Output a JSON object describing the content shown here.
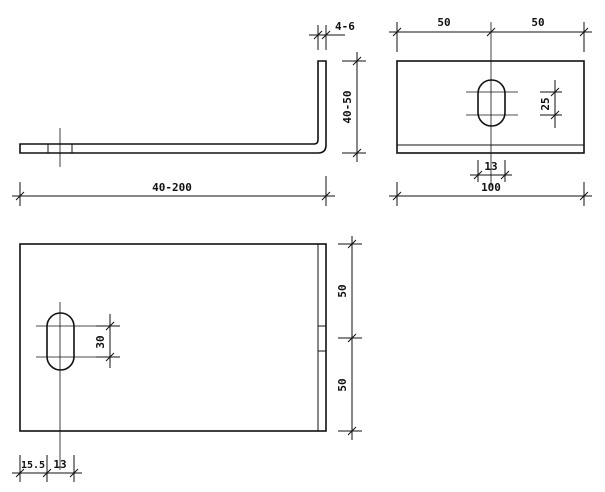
{
  "labels": {
    "side_view_thickness": "4-6",
    "side_view_height": "40-50",
    "side_view_length": "40-200",
    "end_view_half_left": "50",
    "end_view_half_right": "50",
    "end_view_slot_height": "25",
    "end_view_slot_width": "13",
    "end_view_total_width": "100",
    "plan_view_upper_half": "50",
    "plan_view_lower_half": "50",
    "plan_view_slot_length": "30",
    "plan_view_edge_offset": "15.5",
    "plan_view_slot_width": "13"
  }
}
